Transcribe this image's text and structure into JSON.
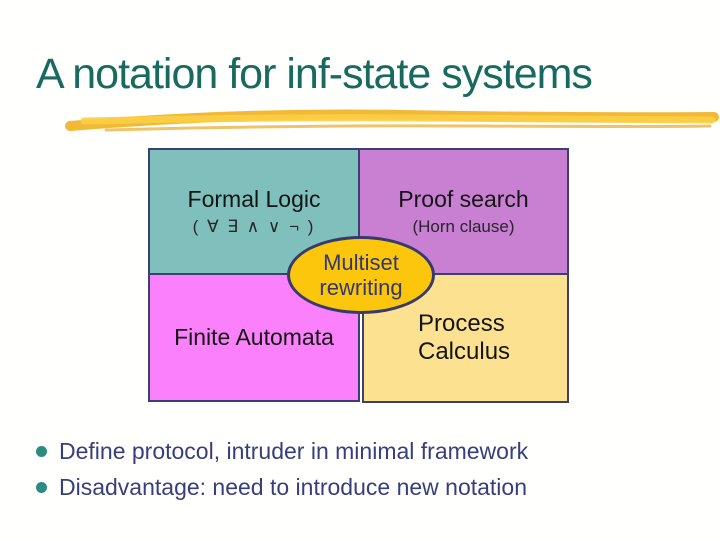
{
  "slide": {
    "title": "A notation for inf-state systems",
    "colors": {
      "title_text": "#186a60",
      "brush_stroke": "#f2b92f",
      "box_border": "#3a4070",
      "formal_logic_fill": "#7fc0bd",
      "proof_search_fill": "#c97fd2",
      "finite_automata_fill": "#fb80fb",
      "process_calculus_fill": "#fce290",
      "ellipse_fill": "#fcc60d",
      "ellipse_border": "#363a6d",
      "bullet_dot": "#2d8c82",
      "bullet_text": "#383e7c"
    },
    "diagram": {
      "formal_logic": {
        "label": "Formal Logic",
        "sublabel": "( ∀ ∃ ∧ ∨ ¬ )"
      },
      "proof_search": {
        "label": "Proof search",
        "sublabel": "(Horn clause)"
      },
      "finite_automata": {
        "label": "Finite Automata"
      },
      "process_calculus": {
        "label": "Process Calculus"
      },
      "ellipse": {
        "label": "Multiset rewriting"
      }
    },
    "bullets": [
      {
        "text": "Define protocol, intruder in minimal framework"
      },
      {
        "text": "Disadvantage: need to introduce new notation"
      }
    ]
  }
}
